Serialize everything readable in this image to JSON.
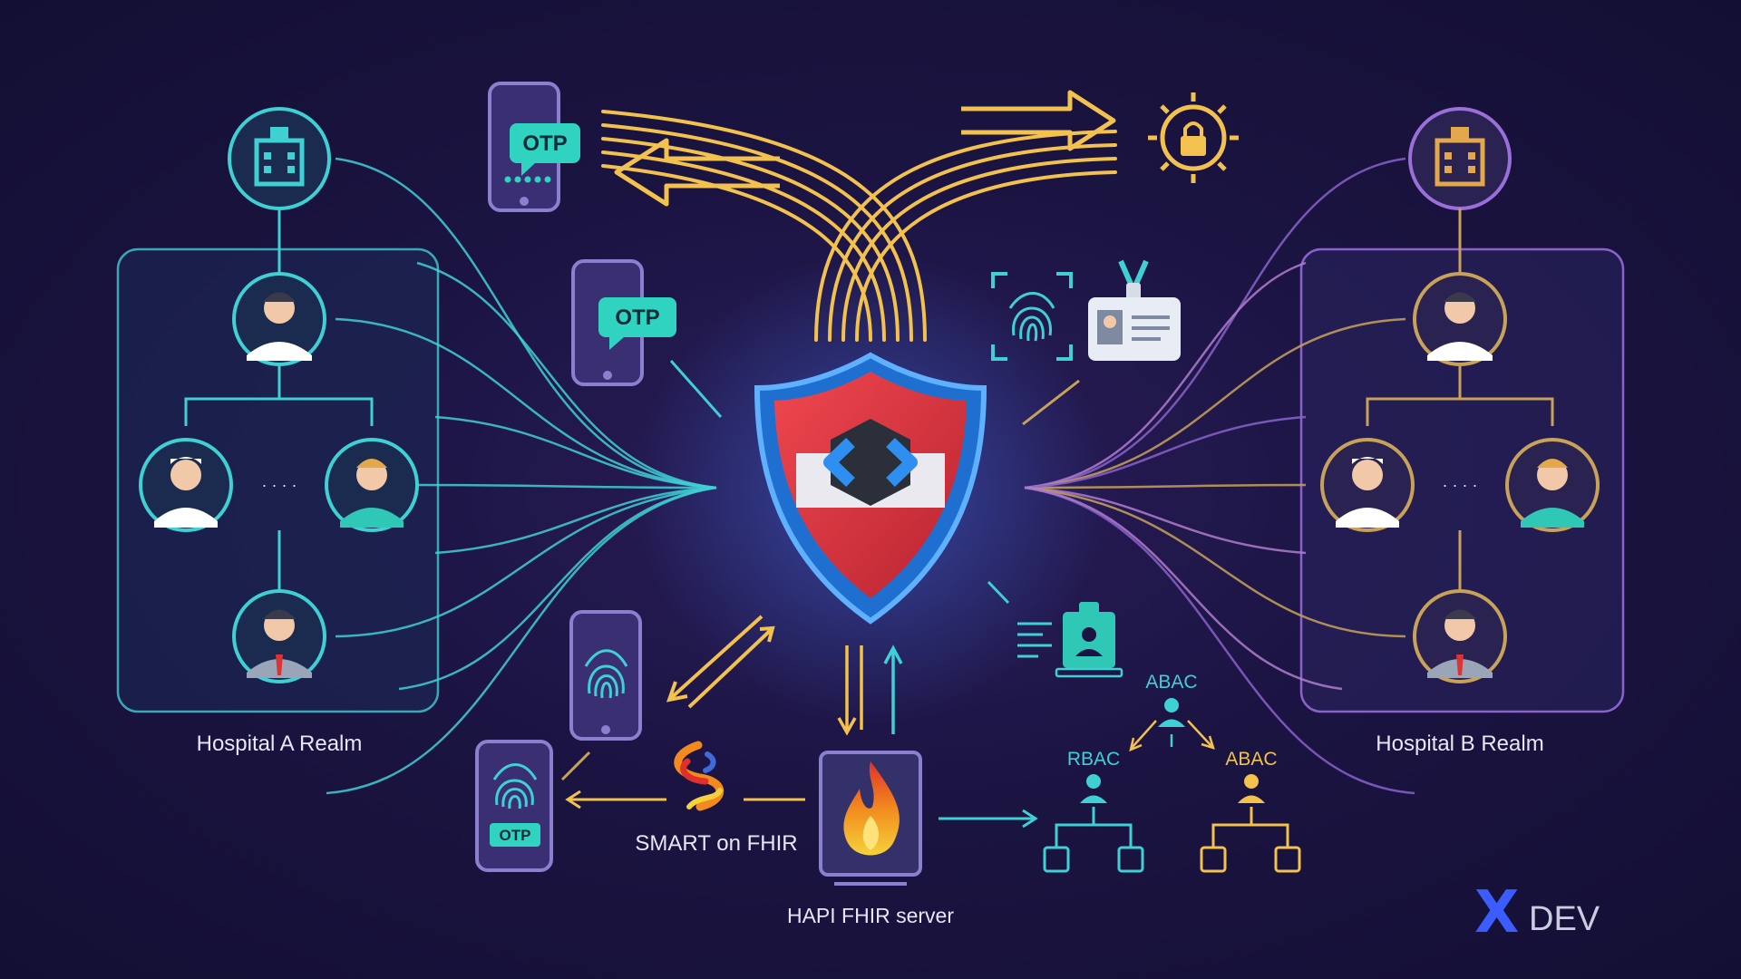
{
  "realms": {
    "left": {
      "label": "Hospital A Realm",
      "accent": "#3fd0d4"
    },
    "right": {
      "label": "Hospital B Realm",
      "accent": "#9b6fd9"
    }
  },
  "badges": {
    "otp": "OTP",
    "otp_small": "OTP"
  },
  "server": {
    "label": "HAPI FHIR server"
  },
  "smart": {
    "label": "SMART on FHIR"
  },
  "policies": {
    "abac_top": "ABAC",
    "rbac": "RBAC",
    "abac_right": "ABAC"
  },
  "brand": {
    "x": "X",
    "text": "DEV"
  },
  "colors": {
    "gold": "#f2c14e",
    "cyan": "#3fd0d4",
    "purple": "#9b6fd9",
    "red": "#d8323a",
    "blue": "#1e7fe0"
  },
  "ellipsis": "· · · ·",
  "icons": [
    "hospital-icon",
    "doctor-icon",
    "nurse-icon",
    "staff-icon",
    "manager-icon",
    "phone-icon",
    "fingerprint-icon",
    "lock-icon",
    "id-badge-icon",
    "shield-icon",
    "flame-icon",
    "smart-fhir-icon",
    "hierarchy-icon"
  ]
}
